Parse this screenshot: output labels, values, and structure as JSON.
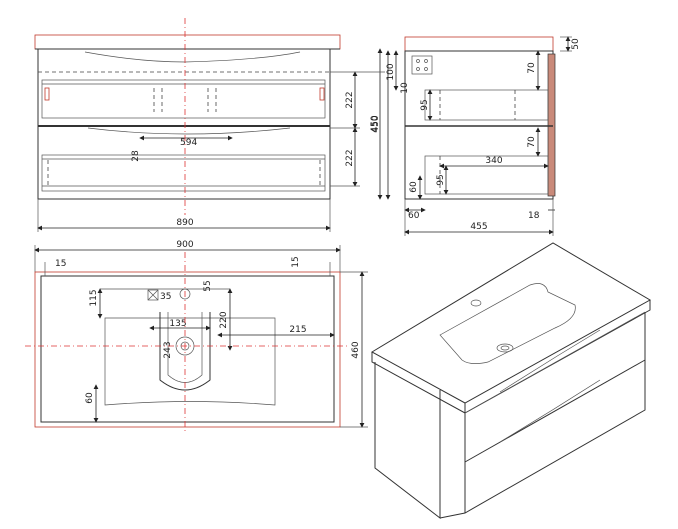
{
  "front_view": {
    "dims": {
      "upper_drawer": "222",
      "lower_drawer": "222",
      "height": "450",
      "inner_width": "594",
      "offset": "28",
      "width": "890"
    }
  },
  "side_view": {
    "dims": {
      "top_thickness": "50",
      "d100": "100",
      "d70_top": "70",
      "d10": "10",
      "d95_top": "95",
      "d70_mid": "70",
      "d340": "340",
      "d95_bot": "95",
      "d60_v": "60",
      "d60_h": "60",
      "d18": "18",
      "depth": "455"
    }
  },
  "top_view": {
    "dims": {
      "width": "900",
      "left15": "15",
      "right15": "15",
      "d115": "115",
      "hole": "35",
      "d55": "55",
      "d135": "135",
      "d220": "220",
      "d215": "215",
      "d243": "243",
      "d60": "60",
      "depth": "460"
    }
  }
}
